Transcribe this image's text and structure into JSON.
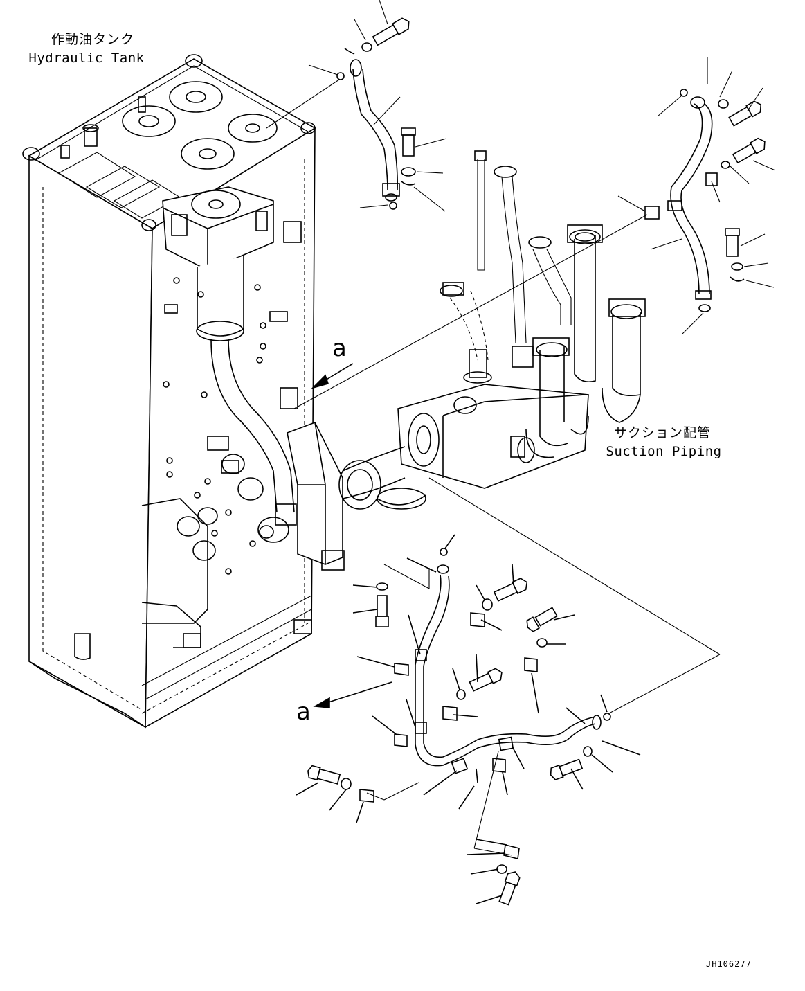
{
  "labels": {
    "hydraulic_tank_ja": "作動油タンク",
    "hydraulic_tank_en": "Hydraulic Tank",
    "suction_piping_ja": "サクション配管",
    "suction_piping_en": "Suction Piping",
    "detail_callout_upper": "a",
    "detail_callout_lower": "a",
    "drawing_number": "JH106277"
  }
}
